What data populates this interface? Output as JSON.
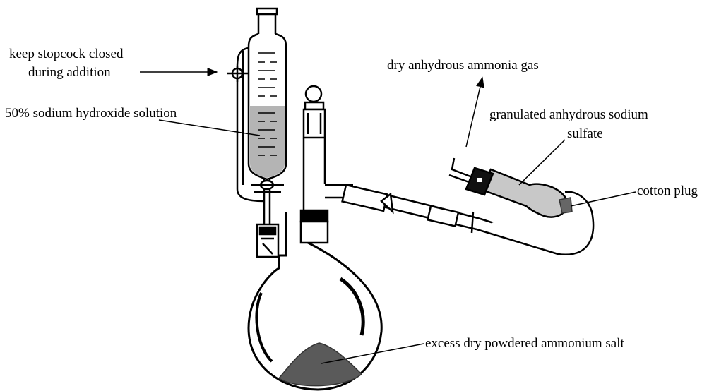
{
  "diagram": {
    "labels": {
      "stopcock_line1": "keep stopcock closed",
      "stopcock_line2": "during addition",
      "naoh": "50% sodium hydroxide solution",
      "ammonia_gas": "dry anhydrous ammonia gas",
      "sulfate_line1": "granulated anhydrous sodium",
      "sulfate_line2": "sulfate",
      "cotton": "cotton plug",
      "salt": "excess dry powdered ammonium salt"
    },
    "colors": {
      "line": "#000000",
      "liquid": "#b4b4b4",
      "solid": "#5a5a5a"
    }
  }
}
